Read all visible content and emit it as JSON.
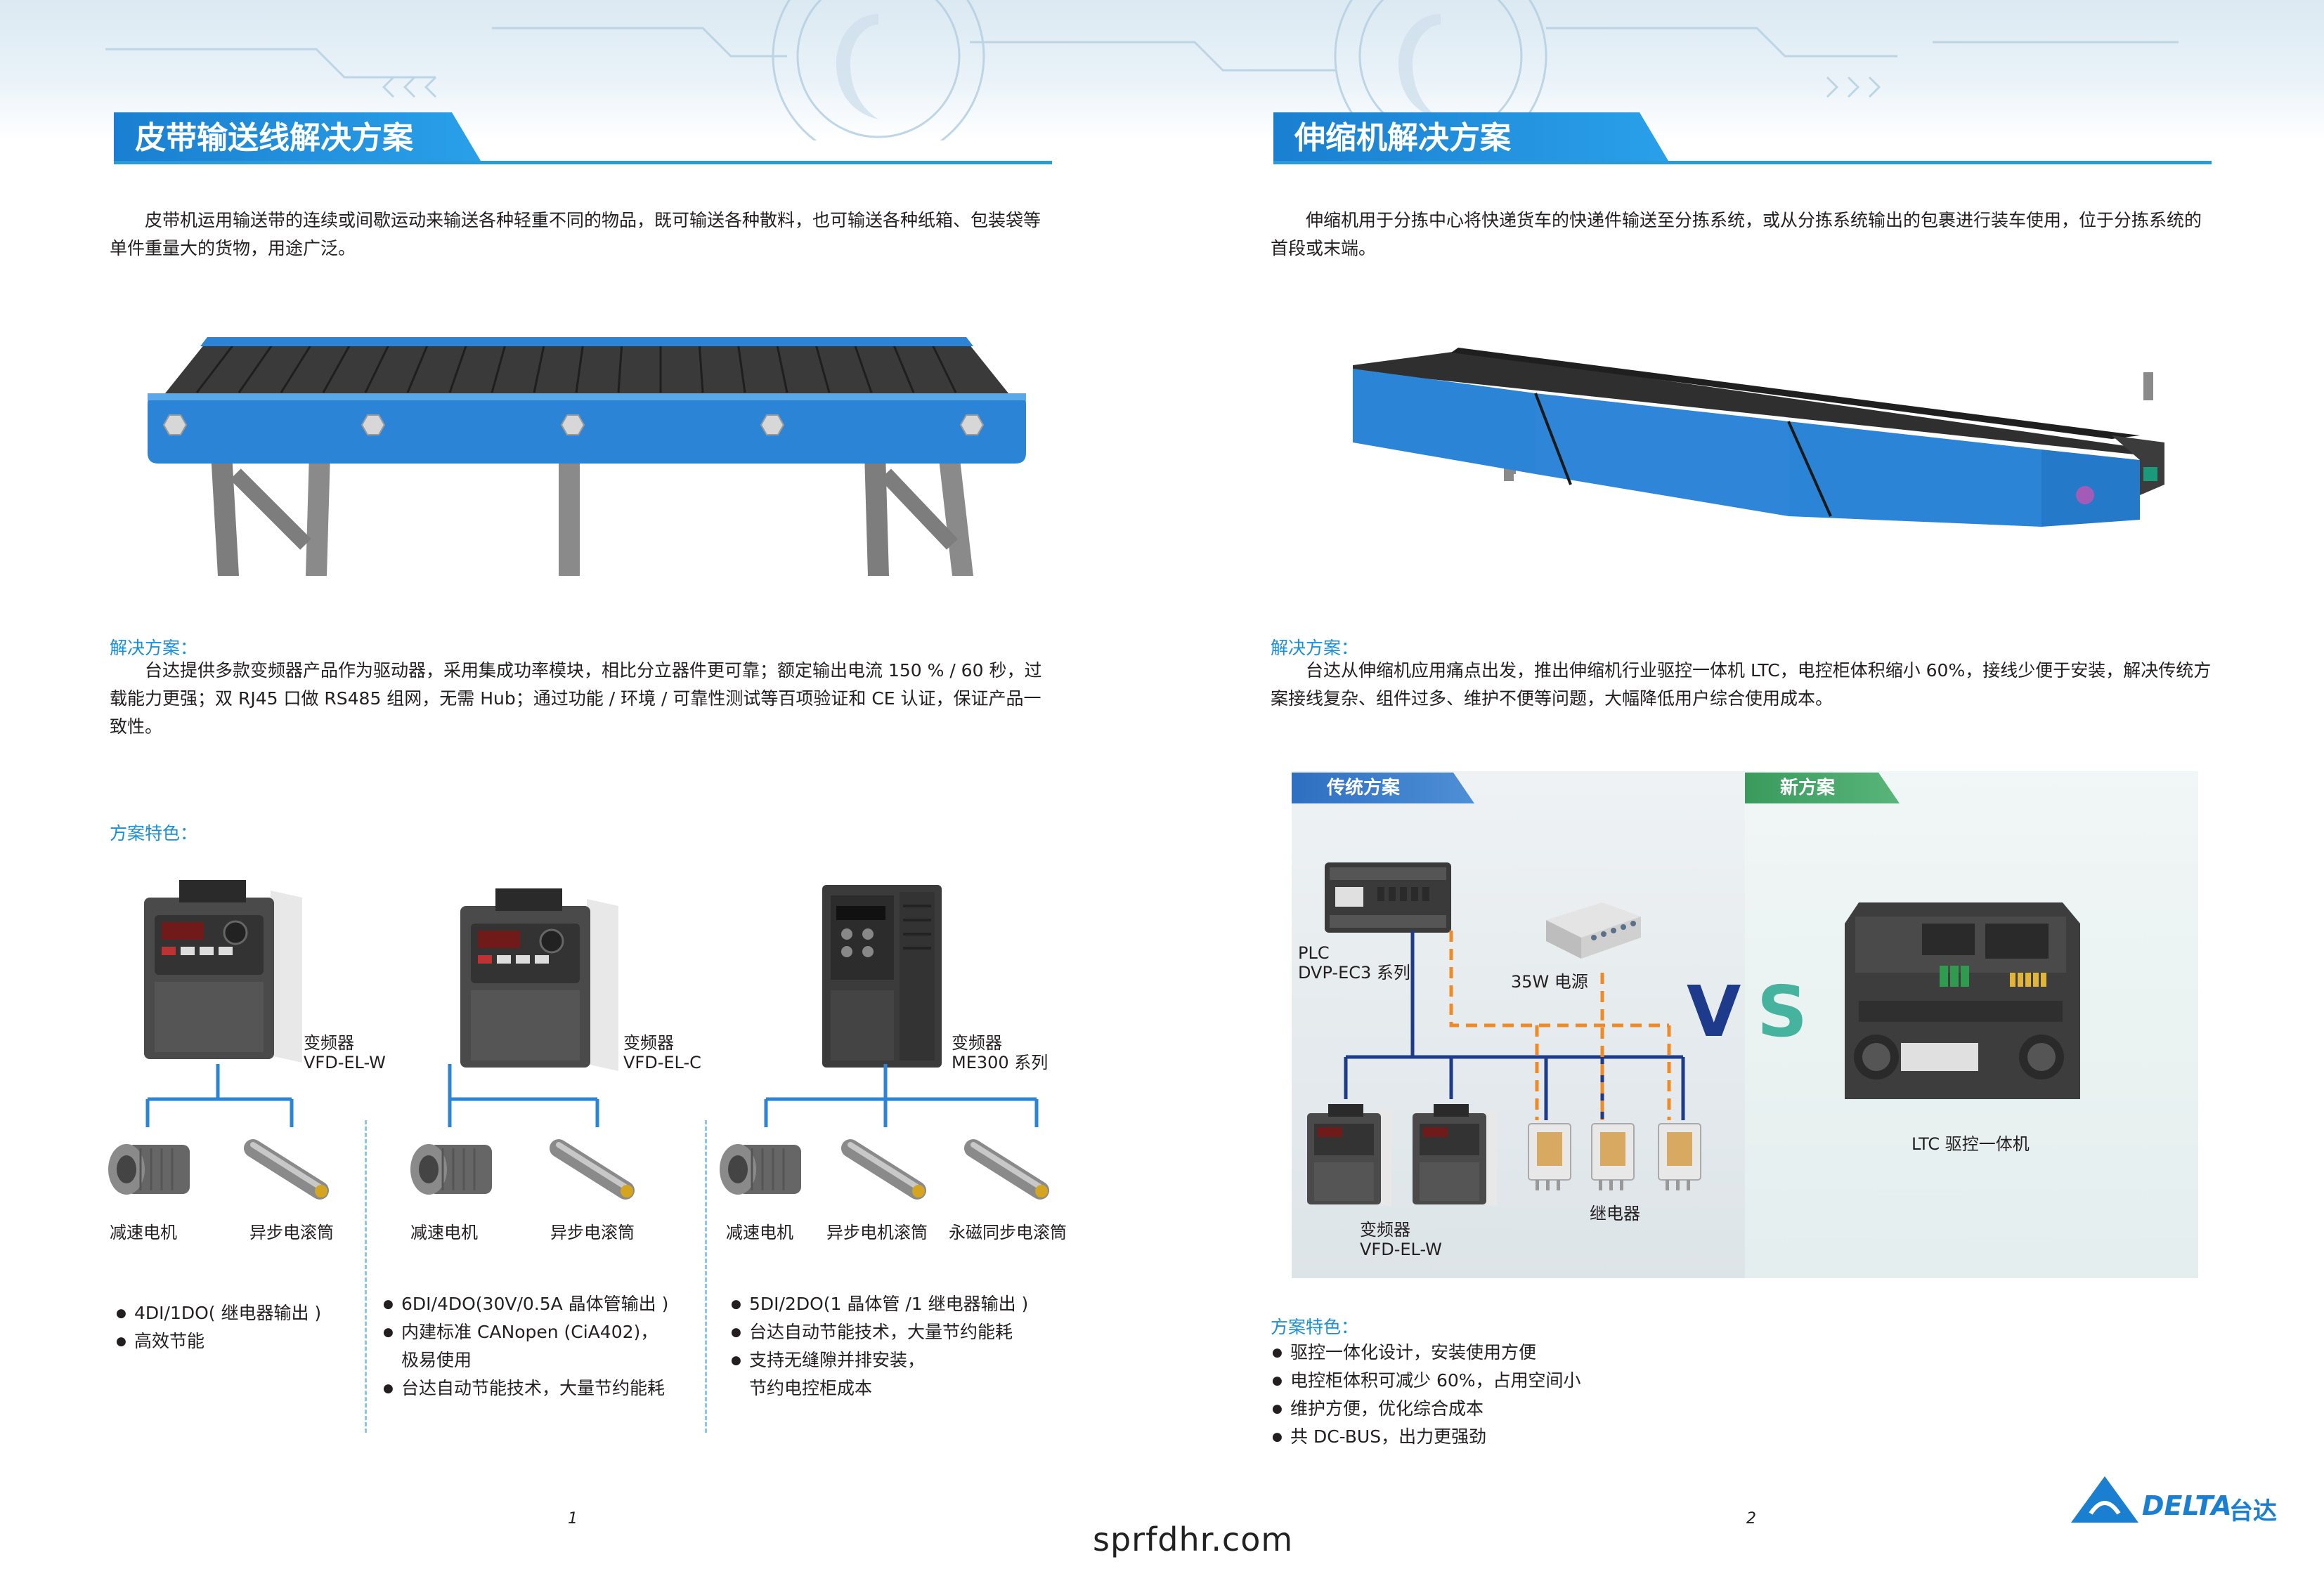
{
  "left": {
    "title": "皮带输送线解决方案",
    "intro": "皮带机运用输送带的连续或间歇运动来输送各种轻重不同的物品，既可输送各种散料，也可输送各种纸箱、包装袋等单件重量大的货物，用途广泛。",
    "solution_heading": "解决方案：",
    "solution_text": "台达提供多款变频器产品作为驱动器，采用集成功率模块，相比分立器件更可靠；额定输出电流 150 % / 60 秒，过载能力更强；双 RJ45 口做 RS485 组网，无需 Hub；通过功能 / 环境 / 可靠性测试等百项验证和 CE 认证，保证产品一致性。",
    "features_heading": "方案特色：",
    "products": [
      {
        "name": "变频器",
        "model": "VFD-EL-W",
        "loads": [
          "减速电机",
          "异步电滚筒"
        ],
        "bullets": [
          "4DI/1DO( 继电器输出 )",
          "高效节能"
        ]
      },
      {
        "name": "变频器",
        "model": "VFD-EL-C",
        "loads": [
          "减速电机",
          "异步电滚筒"
        ],
        "bullets": [
          "6DI/4DO(30V/0.5A 晶体管输出 )",
          "内建标准 CANopen (CiA402)，",
          "极易使用",
          "台达自动节能技术，大量节约能耗"
        ]
      },
      {
        "name": "变频器",
        "model": "ME300 系列",
        "loads": [
          "减速电机",
          "异步电机滚筒",
          "永磁同步电滚筒"
        ],
        "bullets": [
          "5DI/2DO(1 晶体管 /1 继电器输出 )",
          "台达自动节能技术，大量节约能耗",
          "支持无缝隙并排安装，",
          "节约电控柜成本"
        ]
      }
    ],
    "page_number": "1"
  },
  "right": {
    "title": "伸缩机解决方案",
    "intro": "伸缩机用于分拣中心将快递货车的快递件输送至分拣系统，或从分拣系统输出的包裹进行装车使用，位于分拣系统的首段或末端。",
    "solution_heading": "解决方案：",
    "solution_text": "台达从伸缩机应用痛点出发，推出伸缩机行业驱控一体机 LTC，电控柜体积缩小 60%，接线少便于安装，解决传统方案接线复杂、组件过多、维护不便等问题，大幅降低用户综合使用成本。",
    "compare": {
      "traditional_tag": "传统方案",
      "new_tag": "新方案",
      "plc_label": "PLC",
      "plc_model": "DVP-EC3 系列",
      "psu_label": "35W 电源",
      "vfd_label": "变频器",
      "vfd_model": "VFD-EL-W",
      "relay_label": "继电器",
      "vs_v": "V",
      "vs_s": "S",
      "ltc_label": "LTC 驱控一体机"
    },
    "features_heading": "方案特色：",
    "features": [
      "驱控一体化设计，安装使用方便",
      "电控柜体积可减少 60%，占用空间小",
      "维护方便，优化综合成本",
      "共 DC-BUS，出力更强劲"
    ],
    "page_number": "2"
  },
  "footer": {
    "website": "sprfdhr.com",
    "brand": "DELTA",
    "brand_cn": "台达"
  },
  "colors": {
    "accent": "#1a8fd8",
    "title_blue": "#1f86d3",
    "conveyor_blue": "#2b84d6",
    "vs_blue": "#1e3a8a",
    "vs_teal": "#45b39d",
    "orange": "#f08a24"
  }
}
